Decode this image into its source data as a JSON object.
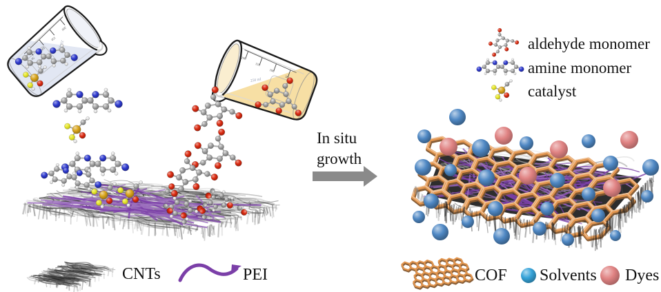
{
  "process_arrow": {
    "line1": "In situ",
    "line2": "growth"
  },
  "beakers": {
    "left": {
      "graduations": [
        "50",
        "100",
        "150",
        "200"
      ],
      "volume_label": "250 ml"
    },
    "right": {
      "graduations": [
        "50",
        "100",
        "150",
        "200"
      ],
      "volume_label": "250 ml"
    }
  },
  "legend_monomers": [
    {
      "icon": "aldehyde-molecule-icon",
      "label": "aldehyde monomer"
    },
    {
      "icon": "amine-molecule-icon",
      "label": "amine monomer"
    },
    {
      "icon": "catalyst-molecule-icon",
      "label": "catalyst"
    }
  ],
  "legend_materials": {
    "cnts": "CNTs",
    "pei": "PEI",
    "cof": "COF",
    "solvents": "Solvents",
    "dyes": "Dyes"
  },
  "colors": {
    "carbon": "#a2a2a2",
    "nitrogen": "#2d39cf",
    "oxygen": "#dc2a10",
    "sulfur": "#d9a41a",
    "halogen_yellow": "#e8e82a",
    "hydrogen": "#e9e9e9",
    "pei_purple": "#7b3fa8",
    "cnt_gray": "#6e6e6e",
    "cof_orange": "#e2954e",
    "solvent_blue": "#4f88c4",
    "solvent_cyan": "#35a3d9",
    "dye_red": "#e08383",
    "liquid_left": "#dfe4f2",
    "liquid_right": "#f6dc9a",
    "arrow_gray": "#8a8a8a",
    "text": "#111111"
  }
}
